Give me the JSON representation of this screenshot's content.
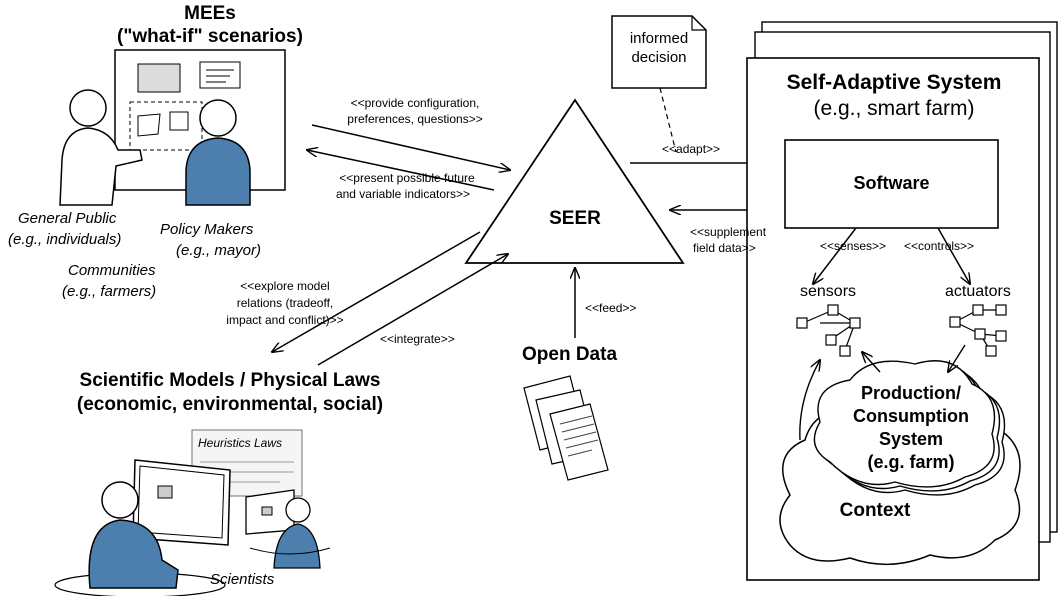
{
  "mees": {
    "title": "MEEs",
    "subtitle": "(\"what-if\" scenarios)"
  },
  "stakeholders": {
    "general_public_1": "General Public",
    "general_public_2": "(e.g., individuals)",
    "policy_makers_1": "Policy Makers",
    "policy_makers_2": "(e.g., mayor)",
    "communities_1": "Communities",
    "communities_2": "(e.g., farmers)"
  },
  "arrows": {
    "provide_1": "<<provide configuration,",
    "provide_2": "preferences, questions>>",
    "present_1": "<<present possible future",
    "present_2": "and variable indicators>>",
    "explore_1": "<<explore model",
    "explore_2": "relations (tradeoff,",
    "explore_3": "impact and conflict)>>",
    "integrate": "<<integrate>>",
    "feed": "<<feed>>",
    "adapt": "<<adapt>>",
    "supplement_1": "<<supplement",
    "supplement_2": "field data>>",
    "senses": "<<senses>>",
    "controls": "<<controls>>"
  },
  "seer": "SEER",
  "informed_decision_1": "informed",
  "informed_decision_2": "decision",
  "open_data": "Open Data",
  "models": {
    "title_1": "Scientific Models / Physical Laws",
    "title_2": "(economic, environmental, social)",
    "board_label": "Heuristics Laws",
    "scientists": "Scientists"
  },
  "sas": {
    "title_1": "Self-Adaptive System",
    "title_2": "(e.g., smart farm)",
    "software": "Software",
    "sensors": "sensors",
    "actuators": "actuators",
    "production_1": "Production/",
    "production_2": "Consumption",
    "production_3": "System",
    "production_4": "(e.g. farm)",
    "context": "Context"
  },
  "colors": {
    "person_fill": "#4d7fae",
    "line": "#000000",
    "board": "#f5f5f5"
  }
}
